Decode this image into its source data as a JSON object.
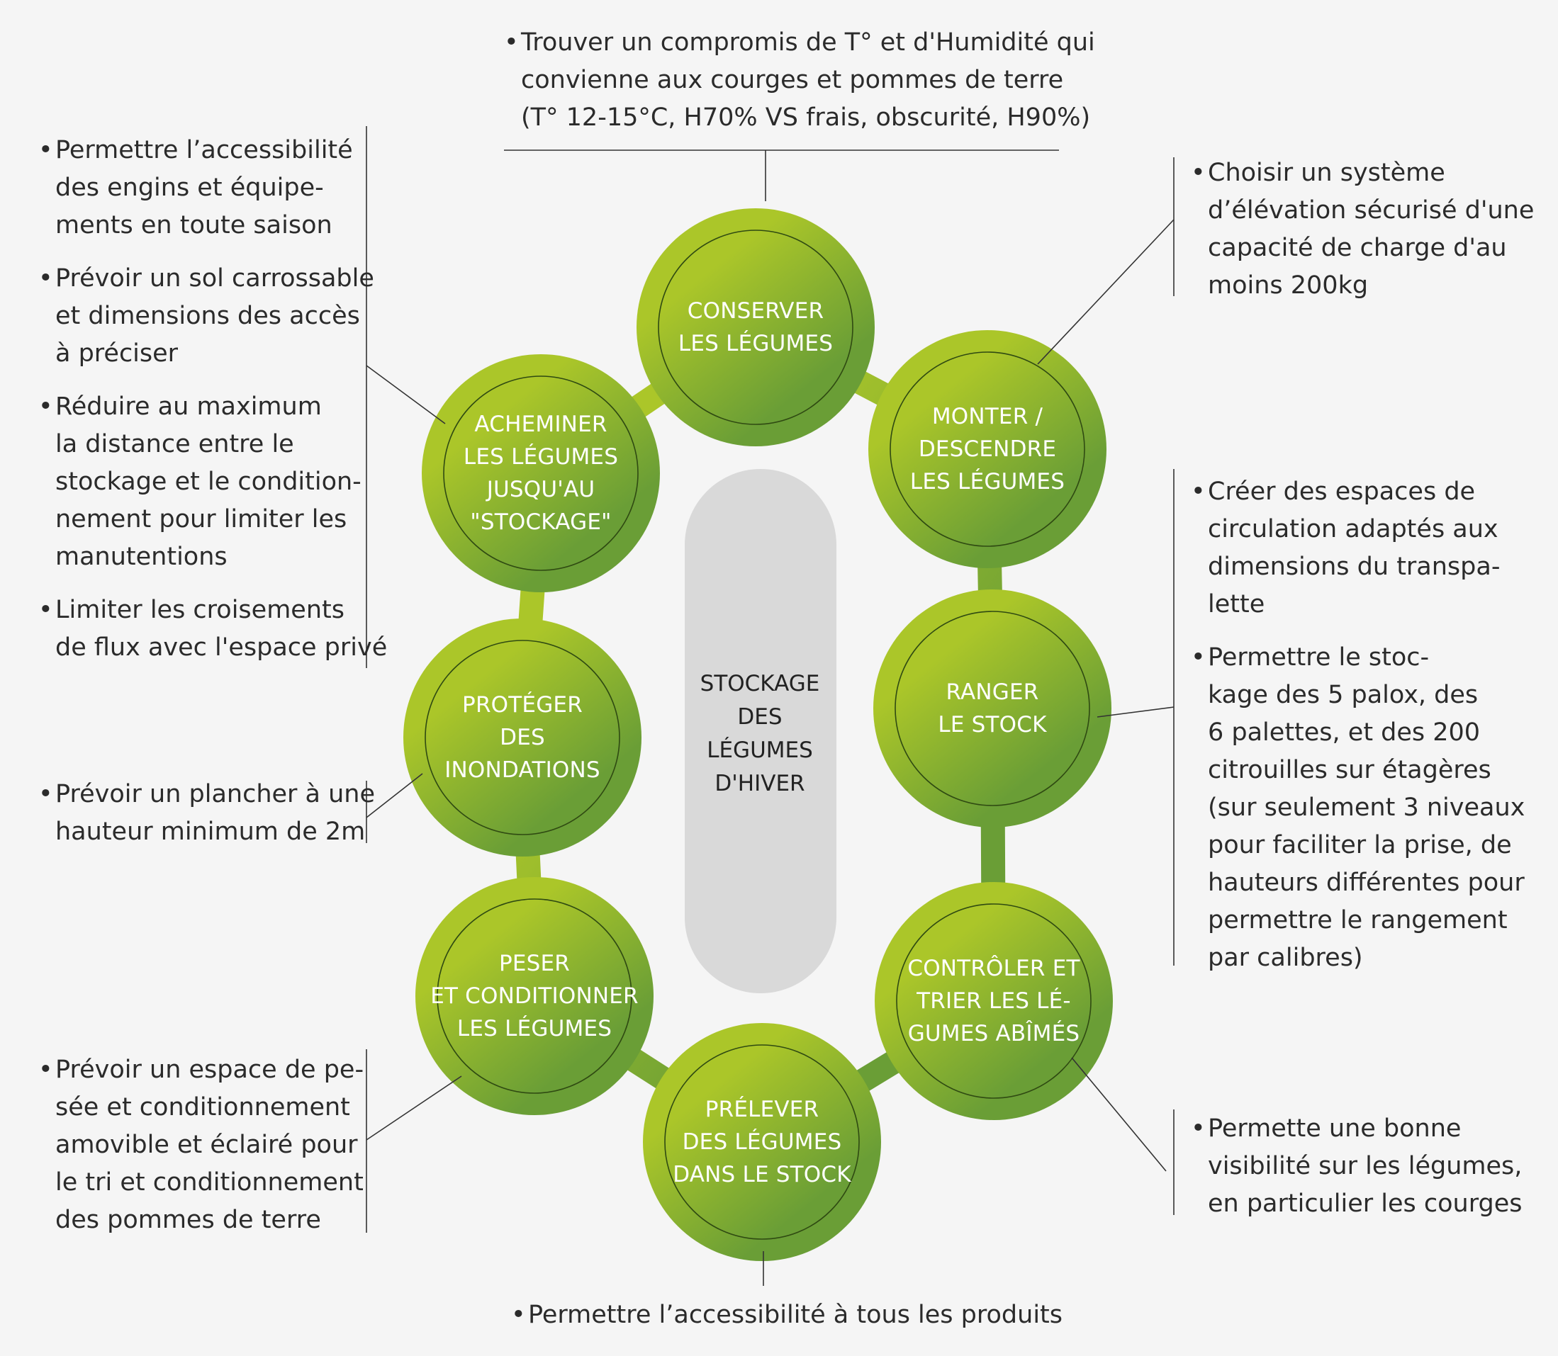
{
  "center": {
    "lines": [
      "STOCKAGE",
      "DES",
      "LÉGUMES",
      "D'HIVER"
    ]
  },
  "nodes": [
    {
      "id": "conserver",
      "lines": [
        "CONSERVER",
        "LES LÉGUMES"
      ]
    },
    {
      "id": "monter",
      "lines": [
        "MONTER /",
        "DESCENDRE",
        "LES LÉGUMES"
      ]
    },
    {
      "id": "ranger",
      "lines": [
        "RANGER",
        "LE STOCK"
      ]
    },
    {
      "id": "controler",
      "lines": [
        "CONTRÔLER ET",
        "TRIER LES LÉ-",
        "GUMES ABÎMÉS"
      ]
    },
    {
      "id": "prelever",
      "lines": [
        "PRÉLEVER",
        "DES LÉGUMES",
        "DANS LE STOCK"
      ]
    },
    {
      "id": "peser",
      "lines": [
        "PESER",
        "ET CONDITIONNER",
        "LES LÉGUMES"
      ]
    },
    {
      "id": "proteger",
      "lines": [
        "PROTÉGER",
        "DES",
        "INONDATIONS"
      ]
    },
    {
      "id": "acheminer",
      "lines": [
        "ACHEMINER",
        "LES LÉGUMES",
        "JUSQU'AU",
        "\"STOCKAGE\""
      ]
    }
  ],
  "notes": {
    "top": [
      [
        "Trouver un compromis de T° et d'Humidité qui",
        "convienne aux courges et pommes de terre",
        "(T° 12-15°C, H70% VS frais, obscurité, H90%)"
      ]
    ],
    "top_right": [
      [
        "Choisir un système",
        "d’élévation sécurisé d'une",
        "capacité de charge d'au",
        "moins 200kg"
      ]
    ],
    "right": [
      [
        "Créer des espaces de",
        "circulation adaptés aux",
        "dimensions du transpa-",
        "lette"
      ],
      [
        "Permettre le stoc-",
        "kage des 5 palox, des",
        "6 palettes, et des 200",
        "citrouilles sur étagères",
        "(sur seulement 3 niveaux",
        "pour faciliter la prise, de",
        "hauteurs différentes pour",
        "permettre le rangement",
        "par calibres)"
      ]
    ],
    "bottom_right": [
      [
        "Permette une bonne",
        "visibilité sur les légumes,",
        "en particulier les courges"
      ]
    ],
    "bottom": [
      [
        "Permettre l’accessibilité à tous les produits"
      ]
    ],
    "left_top": [
      [
        "Permettre l’accessibilité",
        "des engins et équipe-",
        "ments en toute saison"
      ],
      [
        "Prévoir un sol carrossable",
        "et dimensions des accès",
        "à préciser"
      ],
      [
        "Réduire au maximum",
        "la distance entre le",
        "stockage et le condition-",
        "nement pour limiter les",
        "manutentions"
      ],
      [
        "Limiter les croisements",
        "de flux avec l'espace privé"
      ]
    ],
    "left_mid": [
      [
        "Prévoir un plancher à une",
        "hauteur minimum de 2m"
      ]
    ],
    "left_bottom": [
      [
        "Prévoir un espace de pe-",
        "sée et conditionnement",
        "amovible et éclairé pour",
        "le tri et conditionnement",
        "des pommes de terre"
      ]
    ]
  },
  "colors": {
    "background": "#f5f5f5",
    "ring_light": "#abc629",
    "ring_dark": "#6a9e36",
    "center_pill": "#d9d9d9",
    "node_text": "#ffffff",
    "note_text": "#2b2b2b",
    "leader_line": "#333333"
  }
}
